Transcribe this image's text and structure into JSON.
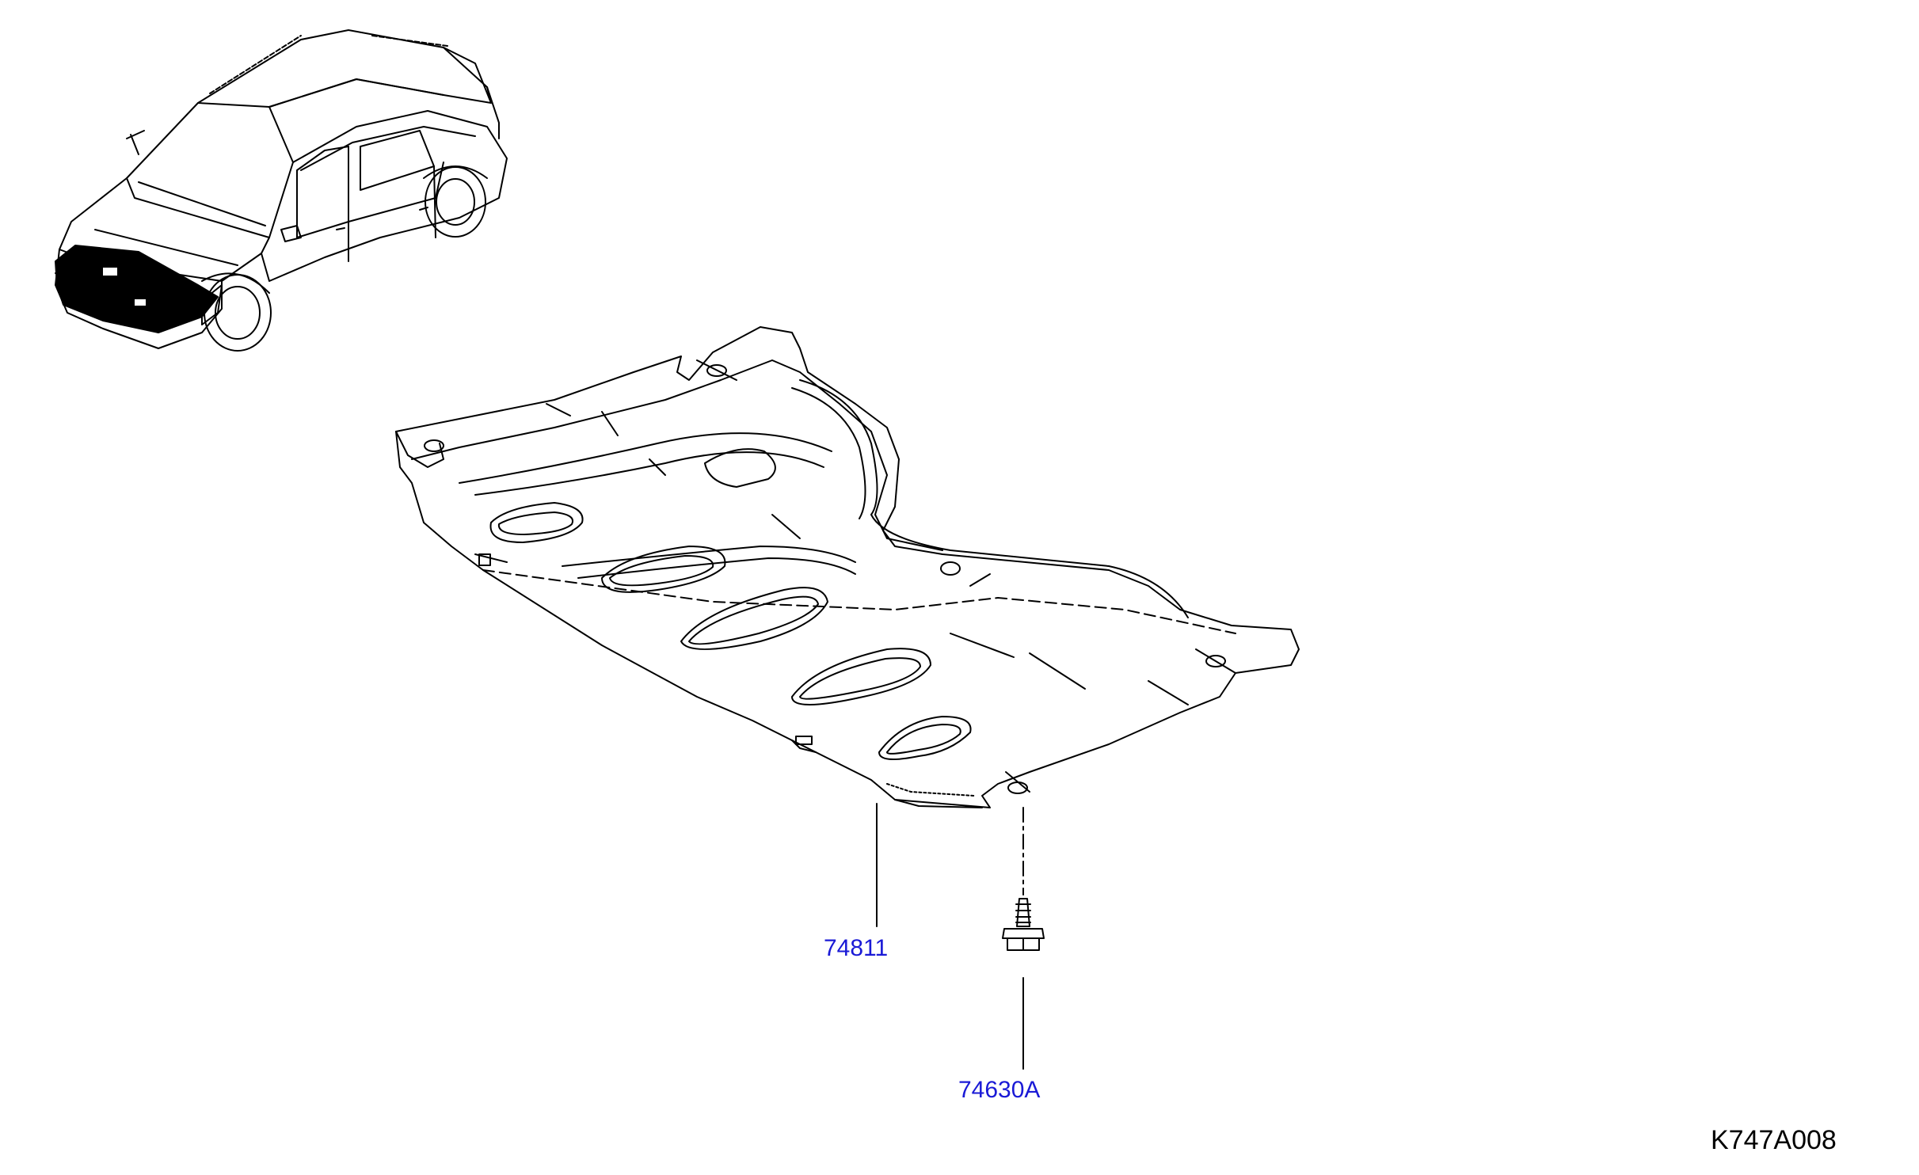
{
  "diagram": {
    "parts": [
      {
        "number": "74811",
        "description_icon": "engine-undercover-icon"
      },
      {
        "number": "74630A",
        "description_icon": "flange-bolt-icon"
      }
    ],
    "diagram_code": "K747A008"
  },
  "colors": {
    "part_label": "#1a1ad6",
    "line": "#000000",
    "background": "#ffffff"
  }
}
